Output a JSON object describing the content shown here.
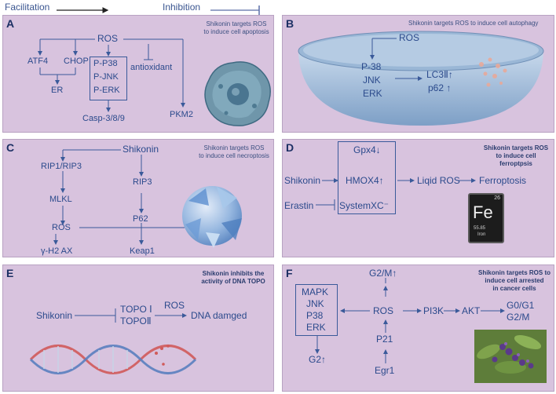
{
  "legend": {
    "facilitation": "Facilitation",
    "inhibition": "Inhibition"
  },
  "panelA": {
    "label": "A",
    "title_line1": "Shikonin targets ROS",
    "title_line2": "to induce cell apoptosis",
    "ros": "ROS",
    "atf4": "ATF4",
    "chop": "CHOP",
    "er": "ER",
    "pp38": "P-P38",
    "pjnk": "P-JNK",
    "perk": "P-ERK",
    "antioxidant": "antioxidant",
    "pkm2": "PKM2",
    "casp": "Casp-3/8/9"
  },
  "panelB": {
    "label": "B",
    "title": "Shikonin targets ROS to induce cell autophagy",
    "ros": "ROS",
    "p38": "P-38",
    "jnk": "JNK",
    "erk": "ERK",
    "lc3": "LC3Ⅱ↑",
    "p62": "p62 ↑"
  },
  "panelC": {
    "label": "C",
    "title_line1": "Shikonin targets ROS",
    "title_line2": "to induce cell necroptosis",
    "shikonin": "Shikonin",
    "rip1rip3": "RIP1/RIP3",
    "rip3": "RIP3",
    "mlkl": "MLKL",
    "p62": "P62",
    "ros": "ROS",
    "h2ax": "γ-H2 AX",
    "keap1": "Keap1"
  },
  "panelD": {
    "label": "D",
    "title_line1": "Shikonin targets ROS",
    "title_line2": "to induce cell ferroptpsis",
    "gpx4": "Gpx4↓",
    "shikonin": "Shikonin",
    "hmox": "HMOX4↑",
    "lipid": "Liqid ROS",
    "ferro": "Ferroptosis",
    "erastin": "Erastin",
    "systemxc": "SystemXC⁻",
    "fe_symbol": "Fe",
    "fe_number": "26",
    "fe_mass": "55.85",
    "fe_name": "Iron"
  },
  "panelE": {
    "label": "E",
    "title_line1": "Shikonin inhibits the",
    "title_line2": "activity of DNA TOPO",
    "shikonin": "Shikonin",
    "topo1": "TOPO Ⅰ",
    "topo2": "TOPOⅡ",
    "ros": "ROS",
    "dna": "DNA damged"
  },
  "panelF": {
    "label": "F",
    "title_line1": "Shikonin targets ROS to",
    "title_line2": "induce cell arrested",
    "title_line3": "in cancer cells",
    "mapk": "MAPK",
    "jnk": "JNK",
    "p38": "P38",
    "erk": "ERK",
    "g2": "G2↑",
    "g2m": "G2/M↑",
    "ros": "ROS",
    "pi3k": "PI3K",
    "akt": "AKT",
    "g0g1": "G0/G1",
    "g2m2": "G2/M",
    "p21": "P21",
    "egr1": "Egr1"
  },
  "colors": {
    "panel_bg": "#d8c3de",
    "arrow": "#3a5a9a",
    "text": "#2b4a8c"
  }
}
